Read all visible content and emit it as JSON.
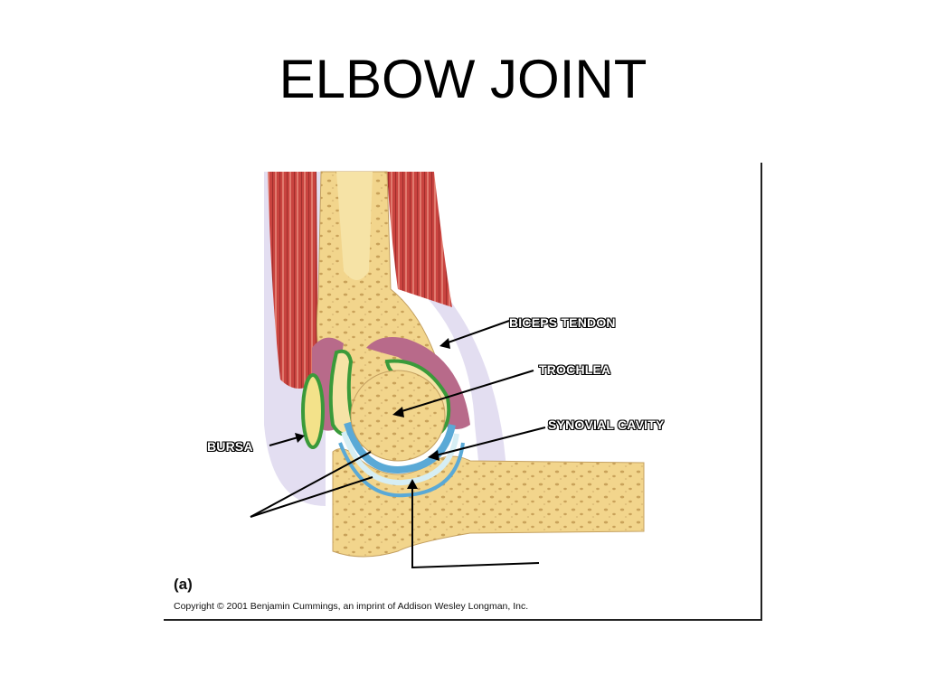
{
  "slide": {
    "title": "ELBOW JOINT"
  },
  "labels": {
    "biceps_tendon": "BICEPS TENDON",
    "trochlea": "TROCHLEA",
    "synovial_cavity": "SYNOVIAL CAVITY",
    "bursa": "BURSA"
  },
  "figure": {
    "panel_letter": "(a)",
    "copyright": "Copyright © 2001 Benjamin Cummings, an imprint of Addison Wesley Longman, Inc."
  },
  "colors": {
    "muscle": "#c9433f",
    "bone": "#f2d58c",
    "cartilage": "#5aa9d6",
    "synovial_membrane": "#3a9a3a",
    "capsule": "#b86a8a",
    "fascia": "#d8d2ec"
  }
}
